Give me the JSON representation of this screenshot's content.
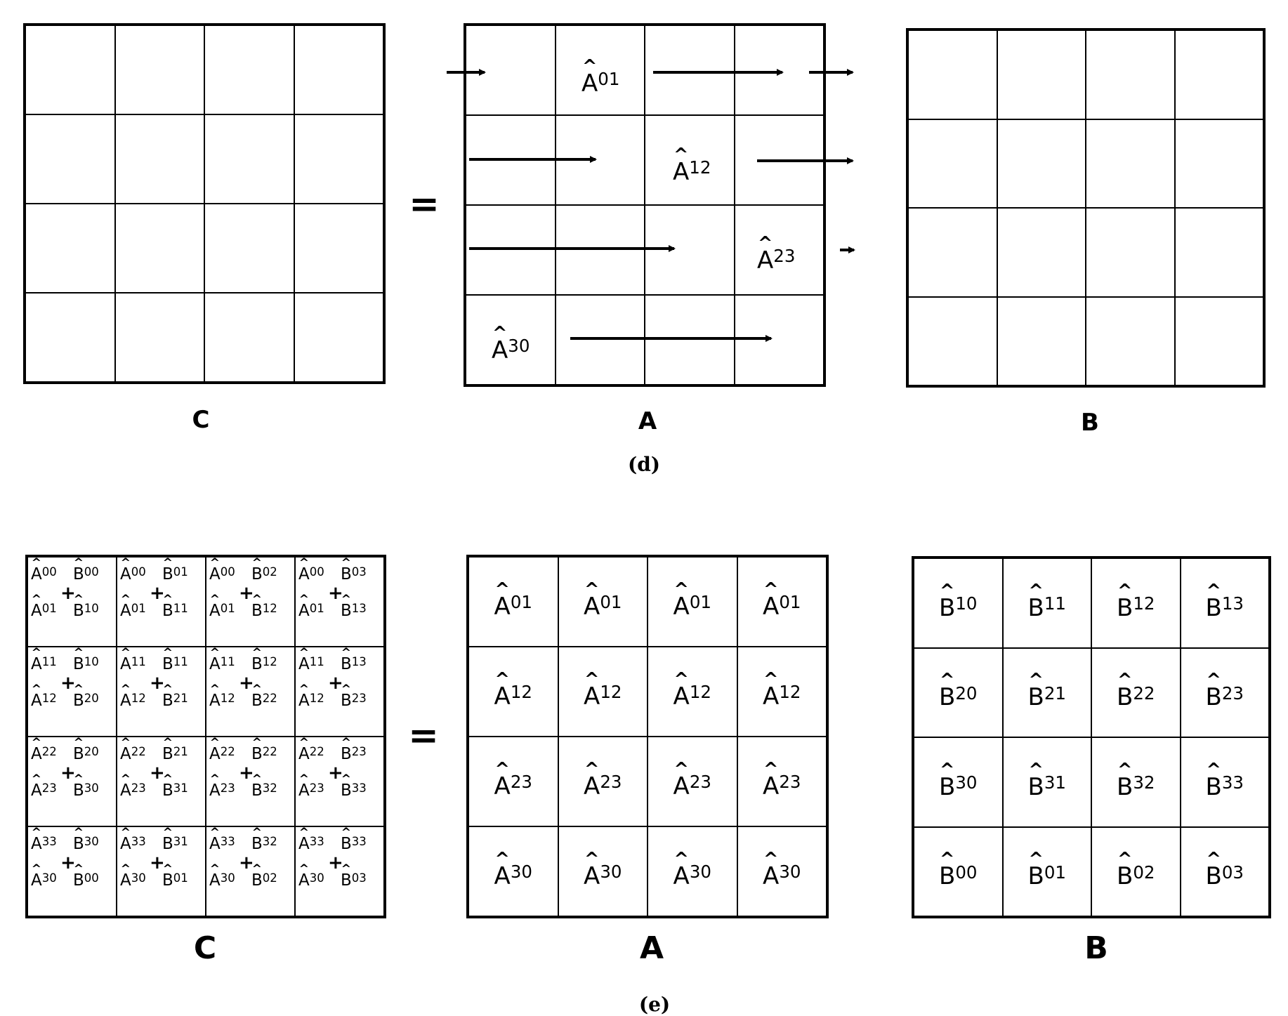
{
  "equals_sign": "=",
  "panel_d": {
    "caption": "(d)",
    "labels": {
      "C": "C",
      "A": "A",
      "B": "B"
    },
    "a_blocks": [
      {
        "base": "A",
        "sub": "01"
      },
      {
        "base": "A",
        "sub": "12"
      },
      {
        "base": "A",
        "sub": "23"
      },
      {
        "base": "A",
        "sub": "30"
      }
    ]
  },
  "panel_e": {
    "caption": "(e)",
    "labels": {
      "C": "C",
      "A": "A",
      "B": "B"
    },
    "a_rows": [
      "01",
      "12",
      "23",
      "30"
    ],
    "b_rows": [
      [
        "10",
        "11",
        "12",
        "13"
      ],
      [
        "20",
        "21",
        "22",
        "23"
      ],
      [
        "30",
        "31",
        "32",
        "33"
      ],
      [
        "00",
        "01",
        "02",
        "03"
      ]
    ],
    "c_cells": [
      [
        {
          "a1": "00",
          "b1": "00",
          "a2": "01",
          "b2": "10"
        },
        {
          "a1": "00",
          "b1": "01",
          "a2": "01",
          "b2": "11"
        },
        {
          "a1": "00",
          "b1": "02",
          "a2": "01",
          "b2": "12"
        },
        {
          "a1": "00",
          "b1": "03",
          "a2": "01",
          "b2": "13"
        }
      ],
      [
        {
          "a1": "11",
          "b1": "10",
          "a2": "12",
          "b2": "20"
        },
        {
          "a1": "11",
          "b1": "11",
          "a2": "12",
          "b2": "21"
        },
        {
          "a1": "11",
          "b1": "12",
          "a2": "12",
          "b2": "22"
        },
        {
          "a1": "11",
          "b1": "13",
          "a2": "12",
          "b2": "23"
        }
      ],
      [
        {
          "a1": "22",
          "b1": "20",
          "a2": "23",
          "b2": "30"
        },
        {
          "a1": "22",
          "b1": "21",
          "a2": "23",
          "b2": "31"
        },
        {
          "a1": "22",
          "b1": "22",
          "a2": "23",
          "b2": "32"
        },
        {
          "a1": "22",
          "b1": "23",
          "a2": "23",
          "b2": "33"
        }
      ],
      [
        {
          "a1": "33",
          "b1": "30",
          "a2": "30",
          "b2": "00"
        },
        {
          "a1": "33",
          "b1": "31",
          "a2": "30",
          "b2": "01"
        },
        {
          "a1": "33",
          "b1": "32",
          "a2": "30",
          "b2": "02"
        },
        {
          "a1": "33",
          "b1": "33",
          "a2": "30",
          "b2": "03"
        }
      ]
    ],
    "plus_sign": "+"
  }
}
